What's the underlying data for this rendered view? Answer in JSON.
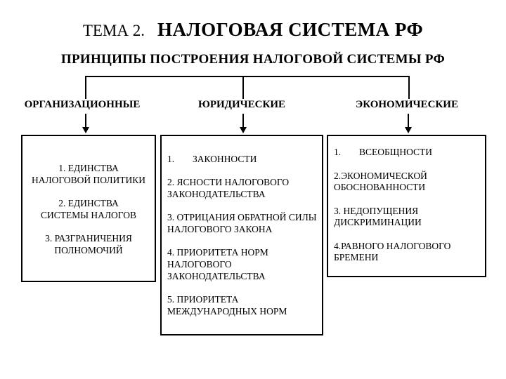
{
  "slide": {
    "topic_prefix": "ТЕМА 2.",
    "topic_title": "НАЛОГОВАЯ СИСТЕМА РФ",
    "subtitle": "ПРИНЦИПЫ ПОСТРОЕНИЯ НАЛОГОВОЙ СИСТЕМЫ РФ"
  },
  "colors": {
    "background": "#ffffff",
    "text": "#000000",
    "line": "#000000"
  },
  "columns": [
    {
      "label": "ОРГАНИЗАЦИОННЫЕ",
      "items": [
        {
          "lines": [
            "1. ЕДИНСТВА",
            "НАЛОГОВОЙ ПОЛИТИКИ"
          ]
        },
        {
          "lines": [
            "2. ЕДИНСТВА",
            "СИСТЕМЫ НАЛОГОВ"
          ]
        },
        {
          "lines": [
            "3. РАЗГРАНИЧЕНИЯ",
            "ПОЛНОМОЧИЙ"
          ]
        }
      ]
    },
    {
      "label": "ЮРИДИЧЕСКИЕ",
      "items": [
        {
          "num": "1.",
          "text": "ЗАКОННОСТИ"
        },
        {
          "lines": [
            "2. ЯСНОСТИ НАЛОГОВОГО",
            "ЗАКОНОДАТЕЛЬСТВА"
          ]
        },
        {
          "lines": [
            "3. ОТРИЦАНИЯ ОБРАТНОЙ СИЛЫ",
            "НАЛОГОВОГО ЗАКОНА"
          ]
        },
        {
          "lines": [
            "4. ПРИОРИТЕТА НОРМ",
            "НАЛОГОВОГО",
            "ЗАКОНОДАТЕЛЬСТВА"
          ]
        },
        {
          "lines": [
            "5. ПРИОРИТЕТА",
            "МЕЖДУНАРОДНЫХ НОРМ"
          ]
        }
      ]
    },
    {
      "label": "ЭКОНОМИЧЕСКИЕ",
      "items": [
        {
          "num": "1.",
          "text": "ВСЕОБЩНОСТИ"
        },
        {
          "lines": [
            "2.ЭКОНОМИЧЕСКОЙ",
            "ОБОСНОВАННОСТИ"
          ]
        },
        {
          "lines": [
            "3. НЕДОПУЩЕНИЯ",
            "ДИСКРИМИНАЦИИ"
          ]
        },
        {
          "lines": [
            "4.РАВНОГО НАЛОГОВОГО",
            "БРЕМЕНИ"
          ]
        }
      ]
    }
  ]
}
